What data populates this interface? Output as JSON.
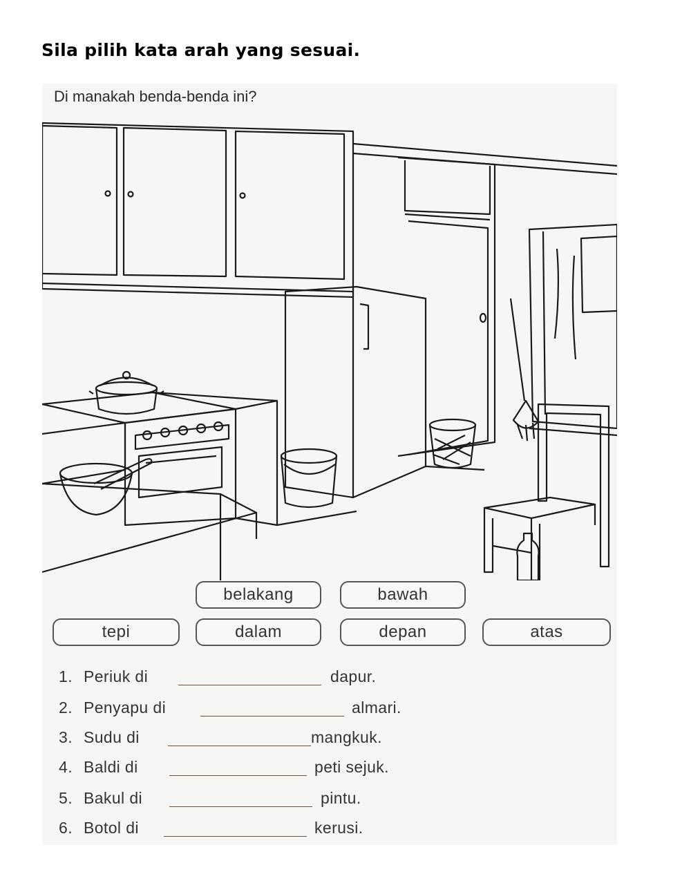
{
  "instruction": "Sila pilih kata arah yang sesuai.",
  "question": "Di manakah benda-benda ini?",
  "word_bank": [
    "belakang",
    "bawah",
    "tepi",
    "dalam",
    "depan",
    "atas"
  ],
  "sentences": [
    {
      "number": "1.",
      "before": "Periuk di",
      "after": "dapur."
    },
    {
      "number": "2.",
      "before": "Penyapu di",
      "after": "almari."
    },
    {
      "number": "3.",
      "before": "Sudu di",
      "after": "mangkuk."
    },
    {
      "number": "4.",
      "before": "Baldi di",
      "after": "peti sejuk."
    },
    {
      "number": "5.",
      "before": "Bakul di",
      "after": "pintu."
    },
    {
      "number": "6.",
      "before": "Botol di",
      "after": "kerusi."
    }
  ],
  "colors": {
    "ink": "#1a1a1a",
    "paper": "#f6f6f4",
    "blank_line": "#6a4f3a"
  }
}
